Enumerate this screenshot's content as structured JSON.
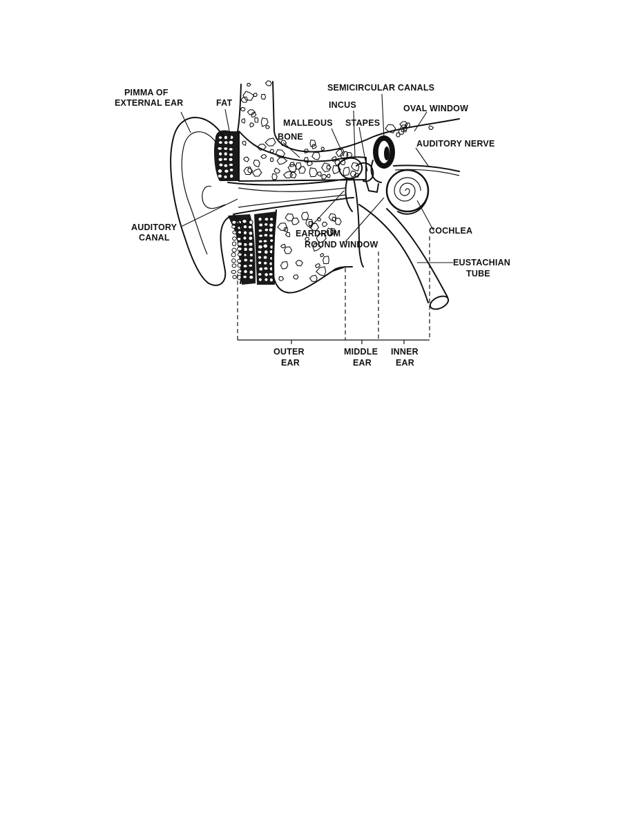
{
  "diagram": {
    "labels": {
      "pinna": [
        "PIMMA OF",
        "EXTERNAL EAR"
      ],
      "fat": "FAT",
      "bone": "BONE",
      "malleous": "MALLEOUS",
      "incus": "INCUS",
      "stapes": "STAPES",
      "semicircular_canals": "SEMICIRCULAR CANALS",
      "oval_window": "OVAL WINDOW",
      "auditory_nerve": "AUDITORY NERVE",
      "auditory_canal": [
        "AUDITORY",
        "CANAL"
      ],
      "eardrum": "EARDRUM",
      "round_window": "ROUND WINDOW",
      "cochlea": "COCHLEA",
      "eustachian_tube": [
        "EUSTACHIAN",
        "TUBE"
      ],
      "outer_ear": [
        "OUTER",
        "EAR"
      ],
      "middle_ear": [
        "MIDDLE",
        "EAR"
      ],
      "inner_ear": [
        "INNER",
        "EAR"
      ]
    }
  }
}
